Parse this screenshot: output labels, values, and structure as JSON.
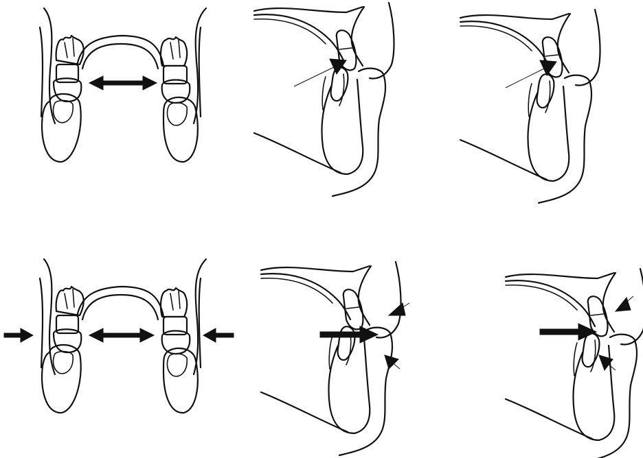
{
  "figure": {
    "panels": [
      {
        "id": "top-left",
        "view": "frontal",
        "arrows": [
          "double-horizontal-expansion"
        ]
      },
      {
        "id": "top-middle",
        "view": "profile",
        "arrows": [
          "diagonal-forward"
        ]
      },
      {
        "id": "top-right",
        "view": "profile",
        "arrows": [
          "diagonal-forward"
        ]
      },
      {
        "id": "bottom-left",
        "view": "frontal",
        "arrows": [
          "left-inward",
          "double-horizontal-expansion",
          "right-inward"
        ]
      },
      {
        "id": "bottom-middle",
        "view": "profile",
        "arrows": [
          "horizontal-forward",
          "upper-incisor-pointer",
          "lower-incisor-pointer"
        ]
      },
      {
        "id": "bottom-right",
        "view": "profile",
        "arrows": [
          "horizontal-forward",
          "upper-incisor-pointer",
          "lower-incisor-pointer"
        ]
      }
    ],
    "colors": {
      "ink": "#111111",
      "background": "#ffffff"
    }
  }
}
